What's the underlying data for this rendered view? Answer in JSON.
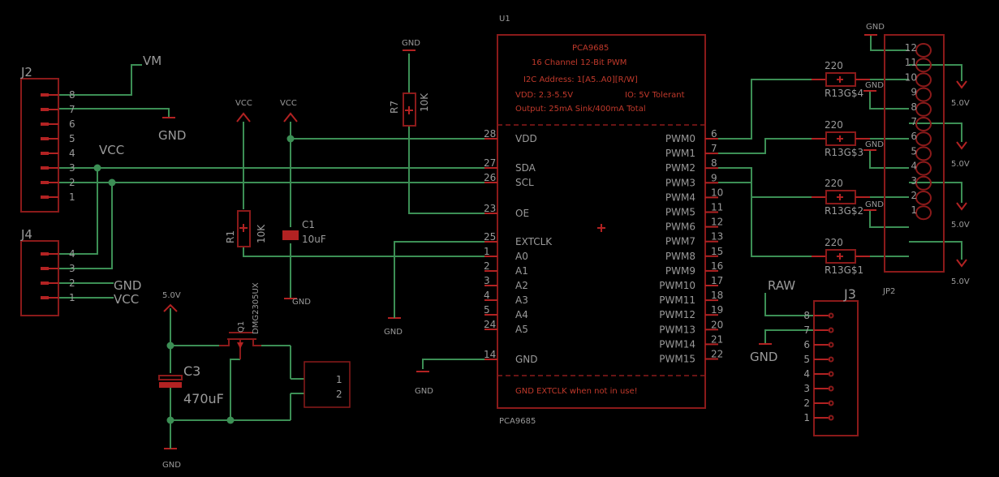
{
  "ic": {
    "ref": "U1",
    "value": "PCA9685",
    "title": "PCA9685",
    "desc1": "16 Channel 12-Bit PWM",
    "desc2": "I2C Address: 1[A5..A0][R/W]",
    "desc3": "VDD: 2.3-5.5V",
    "desc4": "IO: 5V Tolerant",
    "desc5": "Output: 25mA Sink/400mA Total",
    "note": "GND EXTCLK when not in use!",
    "left_pins": [
      {
        "name": "VDD",
        "num": "28"
      },
      {
        "name": "SDA",
        "num": "27"
      },
      {
        "name": "SCL",
        "num": "26"
      },
      {
        "name": "OE",
        "num": "23"
      },
      {
        "name": "EXTCLK",
        "num": "25"
      },
      {
        "name": "A0",
        "num": "1"
      },
      {
        "name": "A1",
        "num": "2"
      },
      {
        "name": "A2",
        "num": "3"
      },
      {
        "name": "A3",
        "num": "4"
      },
      {
        "name": "A4",
        "num": "5"
      },
      {
        "name": "A5",
        "num": "24"
      },
      {
        "name": "GND",
        "num": "14"
      }
    ],
    "right_pins": [
      {
        "name": "PWM0",
        "num": "6"
      },
      {
        "name": "PWM1",
        "num": "7"
      },
      {
        "name": "PWM2",
        "num": "8"
      },
      {
        "name": "PWM3",
        "num": "9"
      },
      {
        "name": "PWM4",
        "num": "10"
      },
      {
        "name": "PWM5",
        "num": "11"
      },
      {
        "name": "PWM6",
        "num": "12"
      },
      {
        "name": "PWM7",
        "num": "13"
      },
      {
        "name": "PWM8",
        "num": "15"
      },
      {
        "name": "PWM9",
        "num": "16"
      },
      {
        "name": "PWM10",
        "num": "17"
      },
      {
        "name": "PWM11",
        "num": "18"
      },
      {
        "name": "PWM12",
        "num": "19"
      },
      {
        "name": "PWM13",
        "num": "20"
      },
      {
        "name": "PWM14",
        "num": "21"
      },
      {
        "name": "PWM15",
        "num": "22"
      }
    ]
  },
  "j2": {
    "ref": "J2",
    "pins": [
      "8",
      "7",
      "6",
      "5",
      "4",
      "3",
      "2",
      "1"
    ]
  },
  "j4": {
    "ref": "J4",
    "pins": [
      "4",
      "3",
      "2",
      "1"
    ]
  },
  "j3": {
    "ref": "J3",
    "pins": [
      "8",
      "7",
      "6",
      "5",
      "4",
      "3",
      "2",
      "1"
    ]
  },
  "jp2": {
    "ref": "JP2",
    "pins": [
      "12",
      "11",
      "10",
      "9",
      "8",
      "7",
      "6",
      "5",
      "4",
      "3",
      "2",
      "1"
    ]
  },
  "supplies": {
    "vm": "VM",
    "gnd": "GND",
    "vcc": "VCC",
    "raw": "RAW",
    "v5": "5.0V"
  },
  "resistors": {
    "r1": {
      "ref": "R1",
      "value": "10K"
    },
    "r7": {
      "ref": "R7",
      "value": "10K"
    },
    "series": [
      {
        "value": "220",
        "ref": "R13G$4"
      },
      {
        "value": "220",
        "ref": "R13G$3"
      },
      {
        "value": "220",
        "ref": "R13G$2"
      },
      {
        "value": "220",
        "ref": "R13G$1"
      }
    ]
  },
  "caps": {
    "c1": {
      "ref": "C1",
      "value": "10uF"
    },
    "c3": {
      "ref": "C3",
      "value": "470uF"
    }
  },
  "mosfet": {
    "ref": "Q1",
    "value": "DMG2305UX"
  },
  "terminal": {
    "pins": [
      "1",
      "2"
    ]
  }
}
